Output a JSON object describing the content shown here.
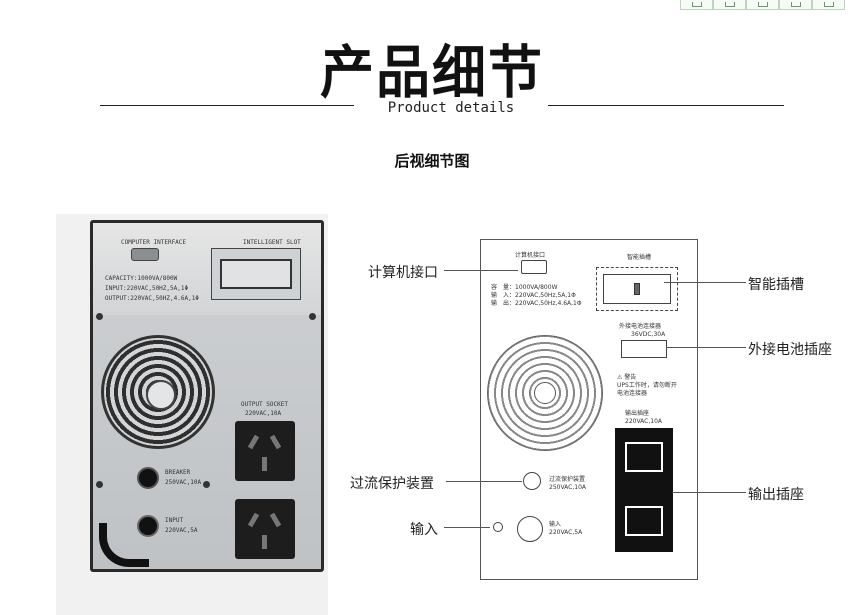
{
  "header": {
    "title": "产品细节",
    "subtitle": "Product details",
    "section_title": "后视细节图"
  },
  "photo": {
    "computer_interface": "COMPUTER INTERFACE",
    "intelligent_slot": "INTELLIGENT SLOT",
    "spec_capacity": "CAPACITY:1000VA/800W",
    "spec_input": "INPUT:220VAC,50HZ,5A,1Φ",
    "spec_output": "OUTPUT:220VAC,50HZ,4.6A,1Φ",
    "output_socket": "OUTPUT SOCKET",
    "output_rating": "220VAC,10A",
    "breaker": "BREAKER",
    "breaker_rating": "250VAC,10A",
    "input": "INPUT",
    "input_rating": "220VAC,5A"
  },
  "diagram": {
    "port_label": "计算机接口",
    "slot_label": "智能插槽",
    "spec_capacity": "容　量：1000VA/800W",
    "spec_input": "输　入：220VAC,50Hz,5A,1Φ",
    "spec_output": "输　出：220VAC,50Hz,4.6A,1Φ",
    "battery_label": "外接电池连接器",
    "battery_rating": "36VDC,30A",
    "warning_title": "⚠ 警告",
    "warning_line1": "UPS工作时，请勿断开",
    "warning_line2": "电池连接器",
    "output_label": "输出插座",
    "output_rating": "220VAC,10A",
    "breaker_label": "过流保护装置",
    "breaker_rating": "250VAC,10A",
    "input_label": "输入",
    "input_rating": "220VAC,5A"
  },
  "callouts": {
    "computer_port": "计算机接口",
    "intelligent_slot": "智能插槽",
    "external_battery": "外接电池插座",
    "overcurrent": "过流保护装置",
    "input": "输入",
    "output": "输出插座"
  }
}
